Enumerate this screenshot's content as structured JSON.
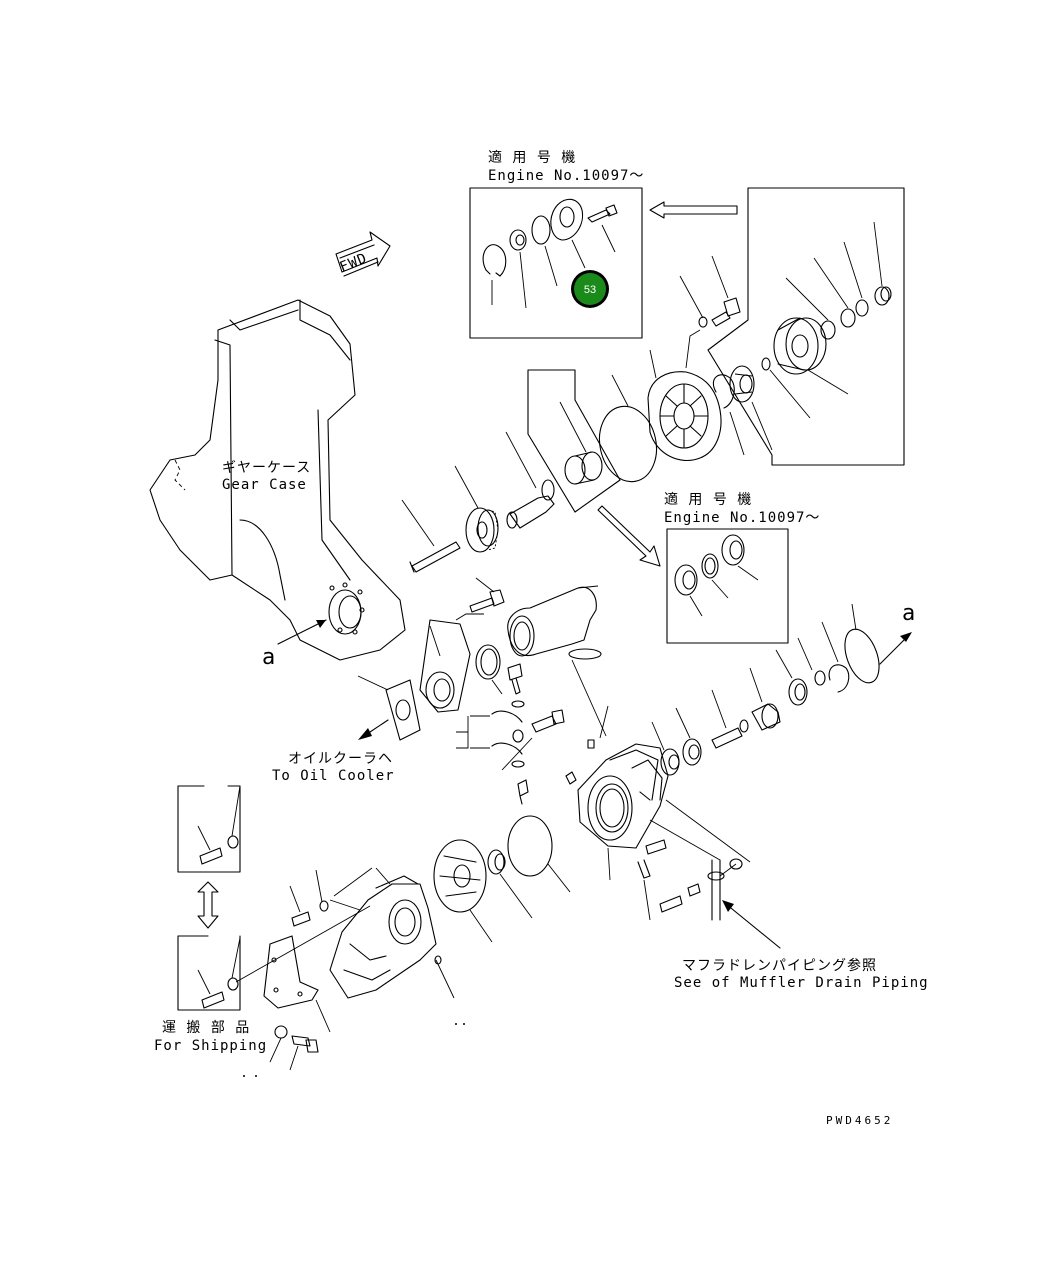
{
  "labels": {
    "applicable_top_jp": "適 用 号 機",
    "applicable_top_en": "Engine No.10097〜",
    "applicable_mid_jp": "適 用 号 機",
    "applicable_mid_en": "Engine No.10097〜",
    "fwd": "FWD",
    "gear_case_jp": "ギヤーケース",
    "gear_case_en": "Gear Case",
    "a_left": "a",
    "a_right": "a",
    "oil_cooler_jp": "オイルクーラヘ",
    "oil_cooler_en": "To Oil Cooler",
    "muffler_jp": "マフラドレンパイピング参照",
    "muffler_en": "See of Muffler Drain Piping",
    "shipping_jp": "運 搬 部 品",
    "shipping_en": "For Shipping",
    "drawing_no": "PWD4652"
  },
  "callout": {
    "number": "53",
    "color": "#1a8a1a"
  }
}
